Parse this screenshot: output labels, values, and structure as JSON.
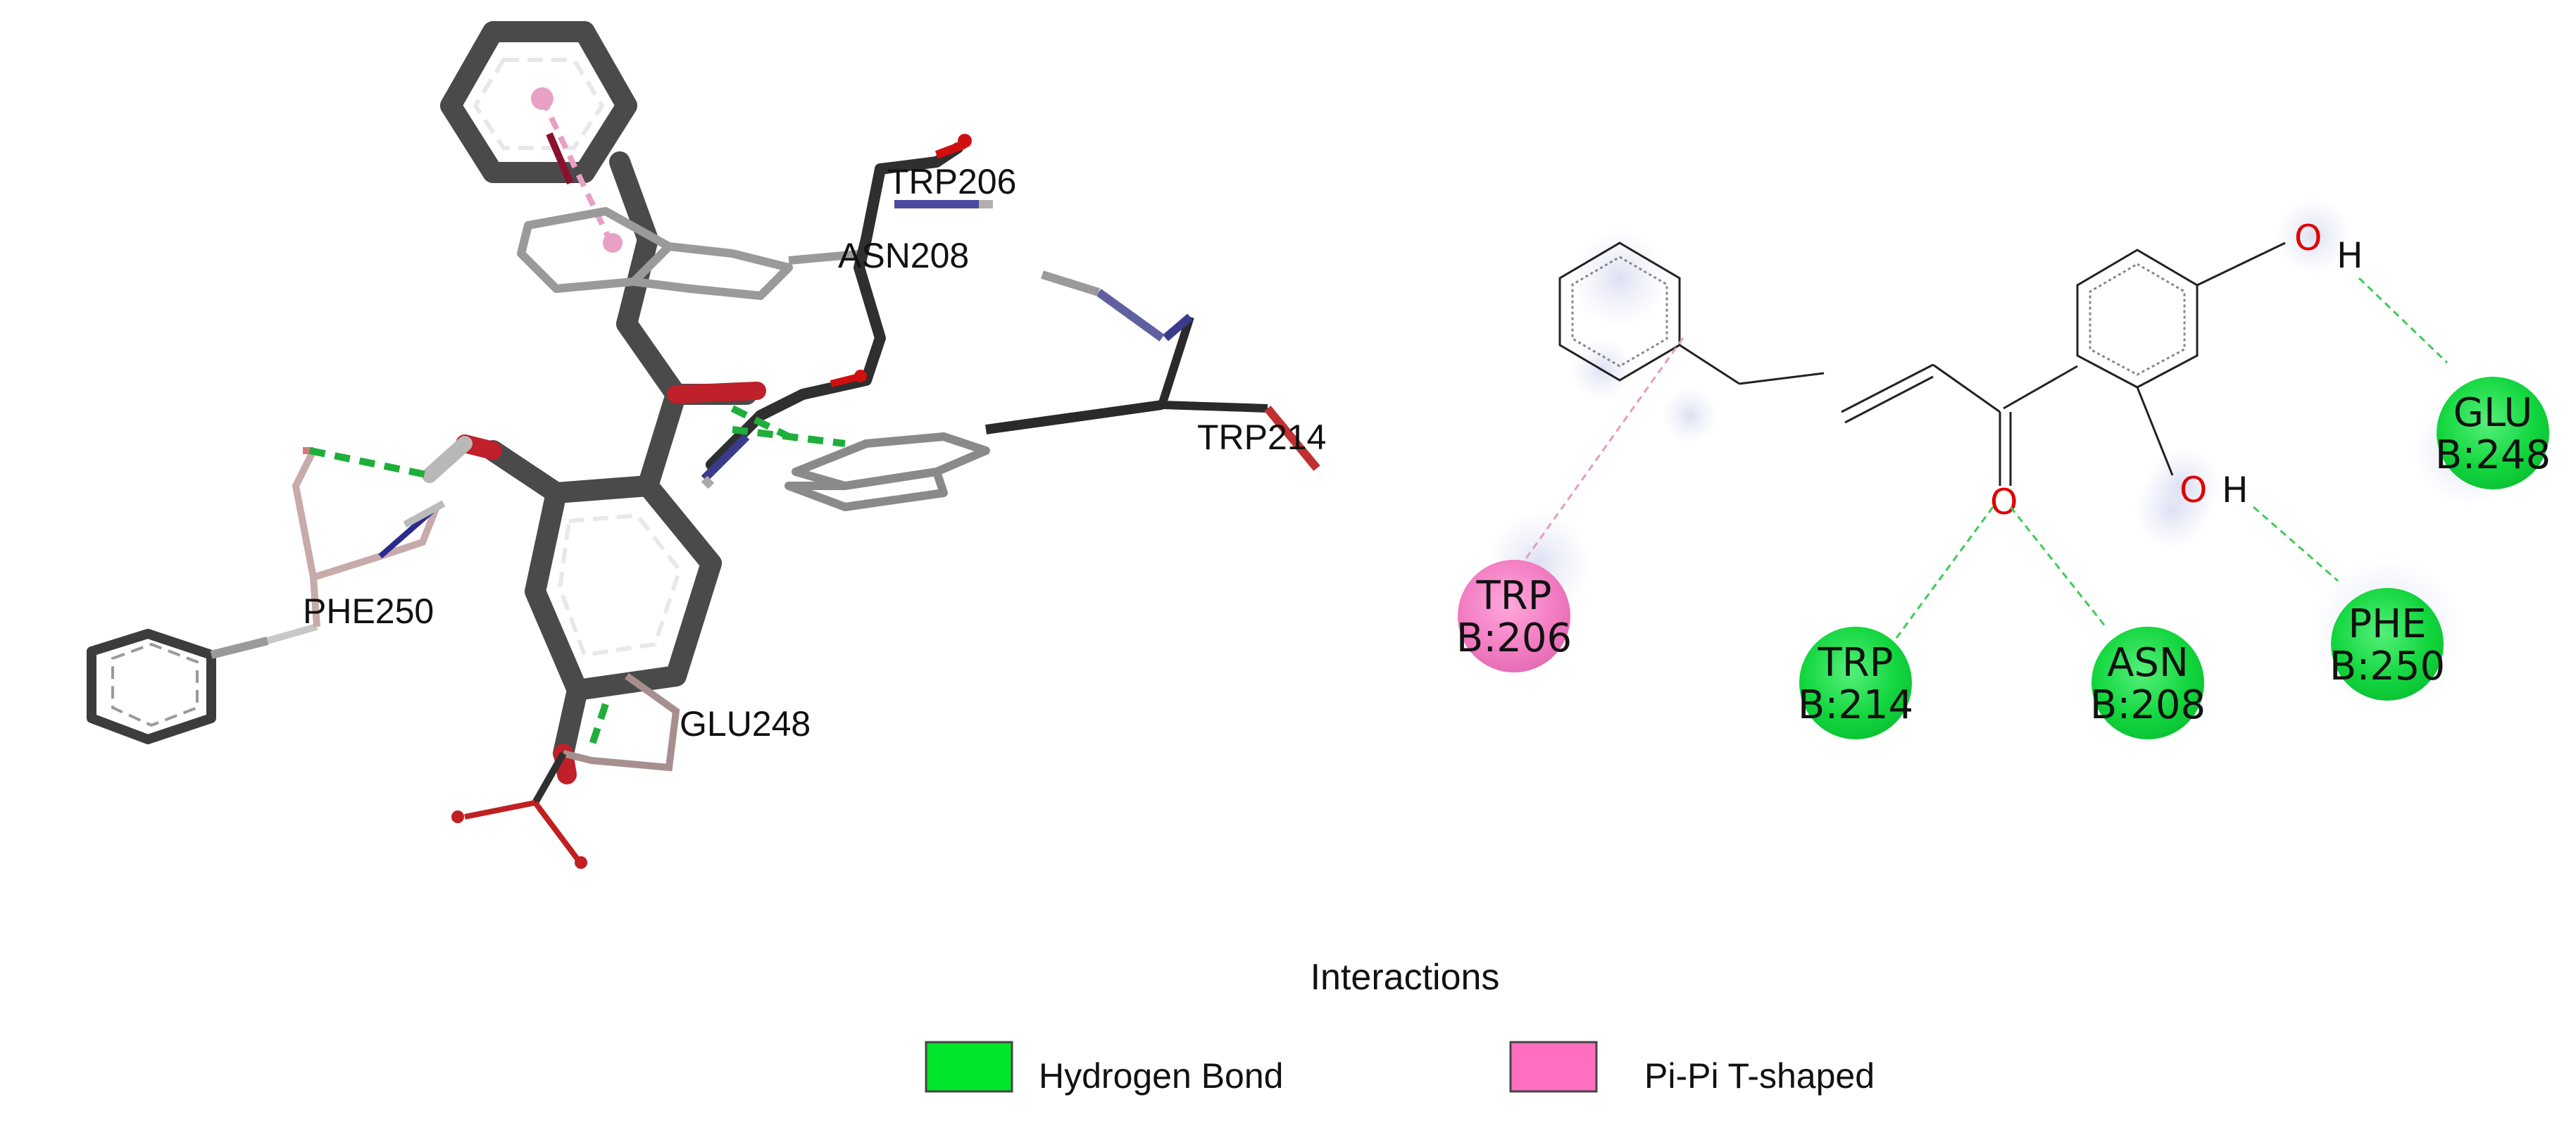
{
  "structure_3d": {
    "residue_labels": [
      "TRP206",
      "ASN208",
      "TRP214",
      "PHE250",
      "GLU248"
    ]
  },
  "diagram_2d": {
    "atoms": {
      "o_top": "O",
      "o_mid": "O",
      "o_carbonyl": "O",
      "h1": "H",
      "h2": "H"
    },
    "residues": [
      {
        "name": "TRP",
        "chain_pos": "B:206",
        "type": "pi"
      },
      {
        "name": "TRP",
        "chain_pos": "B:214",
        "type": "hbond"
      },
      {
        "name": "ASN",
        "chain_pos": "B:208",
        "type": "hbond"
      },
      {
        "name": "PHE",
        "chain_pos": "B:250",
        "type": "hbond"
      },
      {
        "name": "GLU",
        "chain_pos": "B:248",
        "type": "hbond"
      }
    ]
  },
  "legend": {
    "title": "Interactions",
    "items": [
      {
        "label": "Hydrogen Bond",
        "color": "#00e62a"
      },
      {
        "label": "Pi-Pi T-shaped",
        "color": "#ff6fbf"
      }
    ]
  },
  "colors": {
    "hbond": "#14e24a",
    "pi": "#f27cc2",
    "hbond_line": "#3dcc55",
    "pi_line": "#e69cbe",
    "oxygen": "#e00000",
    "nitrogen": "#3a3a8c",
    "carbon": "#3c3c3c"
  }
}
